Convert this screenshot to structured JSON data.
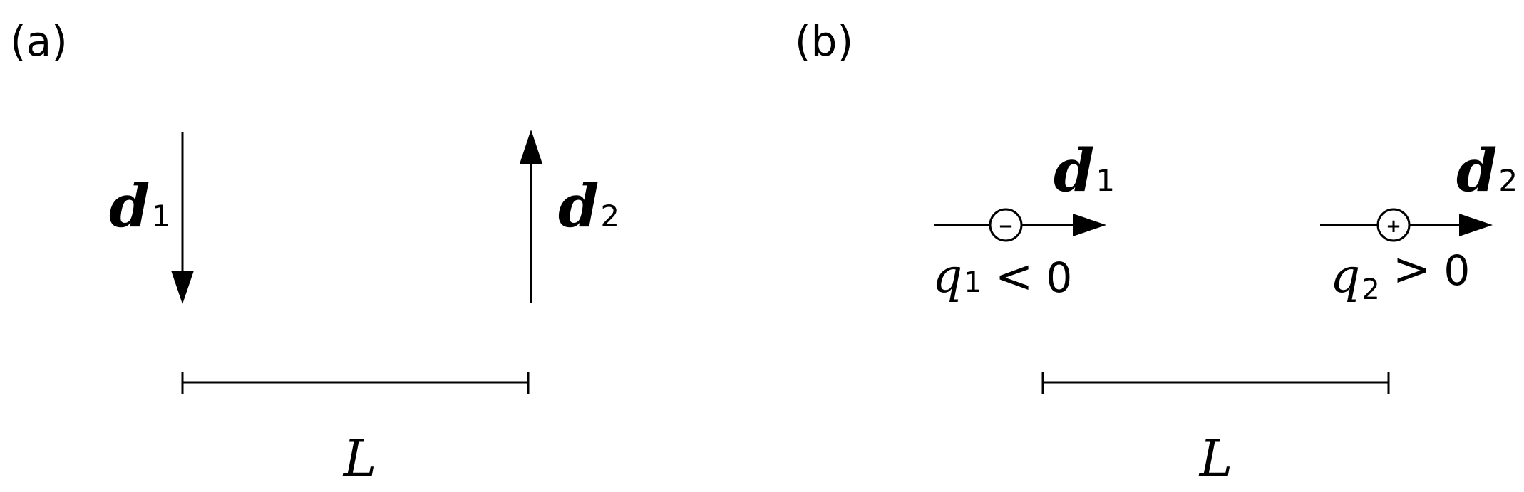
{
  "panel_a": {
    "label": "(a)",
    "dipole1": {
      "symbol": "d",
      "subscript": "1"
    },
    "dipole2": {
      "symbol": "d",
      "subscript": "2"
    },
    "distance": "L"
  },
  "panel_b": {
    "label": "(b)",
    "dipole1": {
      "symbol": "d",
      "subscript": "1",
      "charge_sign": "−"
    },
    "dipole2": {
      "symbol": "d",
      "subscript": "2",
      "charge_sign": "+"
    },
    "charge1": {
      "symbol": "q",
      "subscript": "1",
      "relation": "<",
      "value": "0"
    },
    "charge2": {
      "symbol": "q",
      "subscript": "2",
      "relation": ">",
      "value": "0"
    },
    "distance": "L"
  },
  "colors": {
    "ink": "#000000",
    "background": "#ffffff"
  }
}
